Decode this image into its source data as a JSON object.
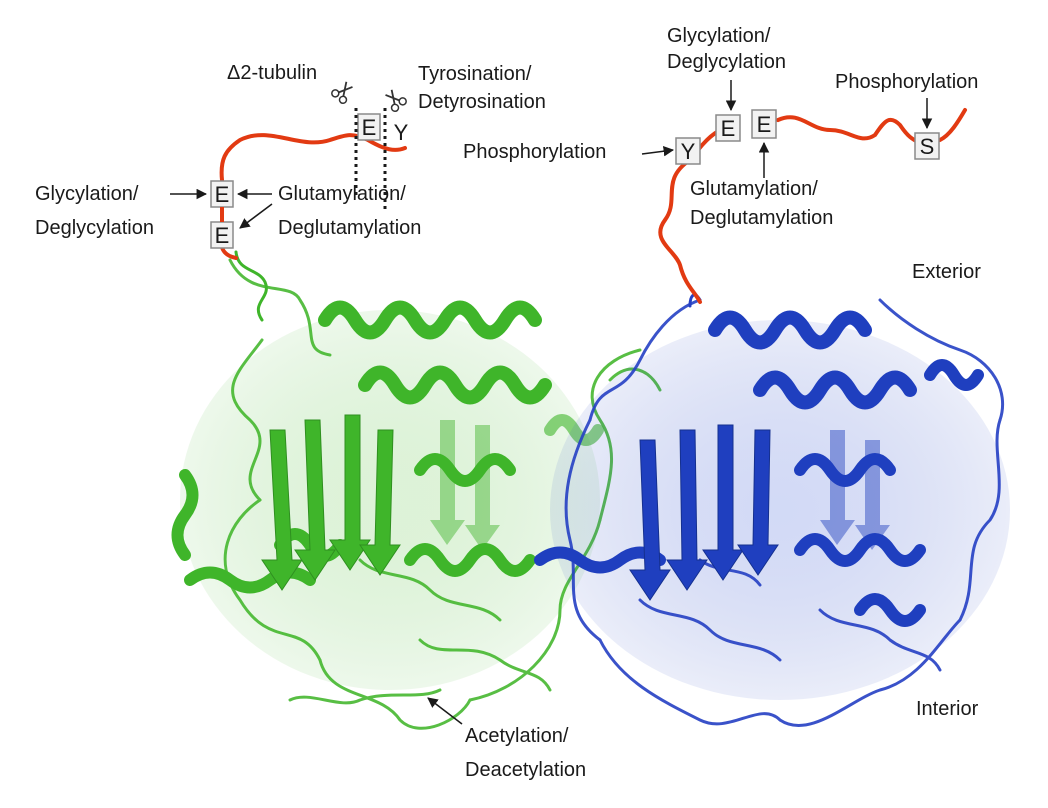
{
  "labels": {
    "delta2_tubulin": "Δ2-tubulin",
    "tyrosination_1": "Tyrosination/",
    "tyrosination_2": "Detyrosination",
    "glycylation_left_1": "Glycylation/",
    "glycylation_left_2": "Deglycylation",
    "glutamylation_left_1": "Glutamylation/",
    "glutamylation_left_2": "Deglutamylation",
    "glycylation_right_1": "Glycylation/",
    "glycylation_right_2": "Deglycylation",
    "phosphorylation_top": "Phosphorylation",
    "phosphorylation_left": "Phosphorylation",
    "glutamylation_right_1": "Glutamylation/",
    "glutamylation_right_2": "Deglutamylation",
    "exterior": "Exterior",
    "interior": "Interior",
    "acetylation_1": "Acetylation/",
    "acetylation_2": "Deacetylation"
  },
  "residues": {
    "alpha_e_top": "E",
    "alpha_y": "Y",
    "alpha_e1": "E",
    "alpha_e2": "E",
    "beta_y": "Y",
    "beta_e1": "E",
    "beta_e2": "E",
    "beta_s": "S"
  },
  "colors": {
    "alpha_subunit": "#3fb52a",
    "beta_subunit": "#1f3fbf",
    "tail": "#e23a12",
    "text": "#1a1a1a"
  },
  "icons": [
    "scissors-icon",
    "scissors-icon"
  ]
}
